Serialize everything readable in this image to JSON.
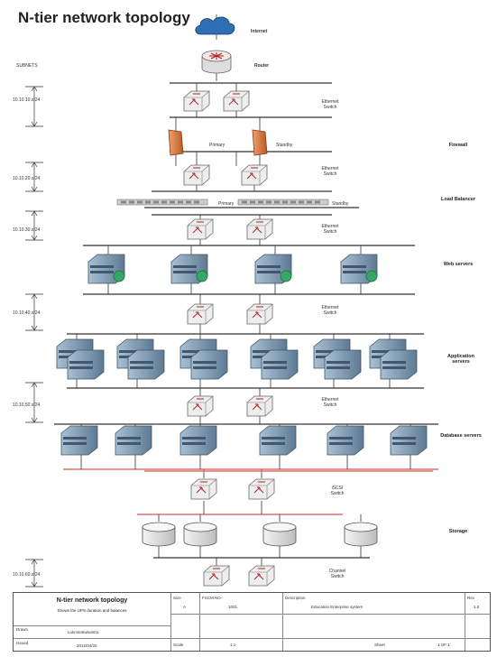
{
  "title": "N-tier network topology",
  "nodes": {
    "internet": "Internet",
    "router": "Router",
    "switch1": "Ethernet Switch",
    "firewall_primary": "Primary",
    "firewall_standby": "Standby",
    "switch2": "Ethernet Switch",
    "lb_primary": "Primary",
    "lb_standby": "Standby",
    "switch3": "Ethernet Switch",
    "switch4": "Ethernet Switch",
    "switch5": "Ethernet Switch",
    "iscsi_switch": "iSCSI Switch",
    "channel_switch": "Channel Switch"
  },
  "tiers": {
    "firewall": "Firewall",
    "load_balancer": "Load Balancer",
    "web": "Web servers",
    "app": "Application servers",
    "db": "Database servers",
    "storage": "Storage"
  },
  "subnets": {
    "header": "SUBNETS",
    "s1": "10.10.10.x/24",
    "s2": "10.10.20.x/24",
    "s3": "10.10.30.x/24",
    "s4": "10.10.40.x/24",
    "s5": "10.10.50.x/24",
    "s6": "10.10.60.x/24"
  },
  "title_block": {
    "name": "N-tier network topology",
    "subtitle": "Shows the UPS duration and balances",
    "drawn_label": "Drawn",
    "drawn_value": "Lukmantiwiwintra",
    "issued_label": "Issued",
    "issued_value": "2012/04/20",
    "size_label": "Size",
    "size_value": "A",
    "fscm_label": "FSCM NO",
    "fscm_value": "1001",
    "desc_label": "Description",
    "desc_value": "Education Enterprise system",
    "rev_label": "Rev",
    "rev_value": "1.0",
    "scale_label": "Scale",
    "scale_value": "1:1",
    "sheet_label": "Sheet",
    "sheet_value": "1 OF 1"
  },
  "colors": {
    "cloud": "#2f6fb3",
    "firewall": "#d9793c",
    "server": "#7f9bb3",
    "storage_line": "#e07070",
    "line": "#333333"
  }
}
